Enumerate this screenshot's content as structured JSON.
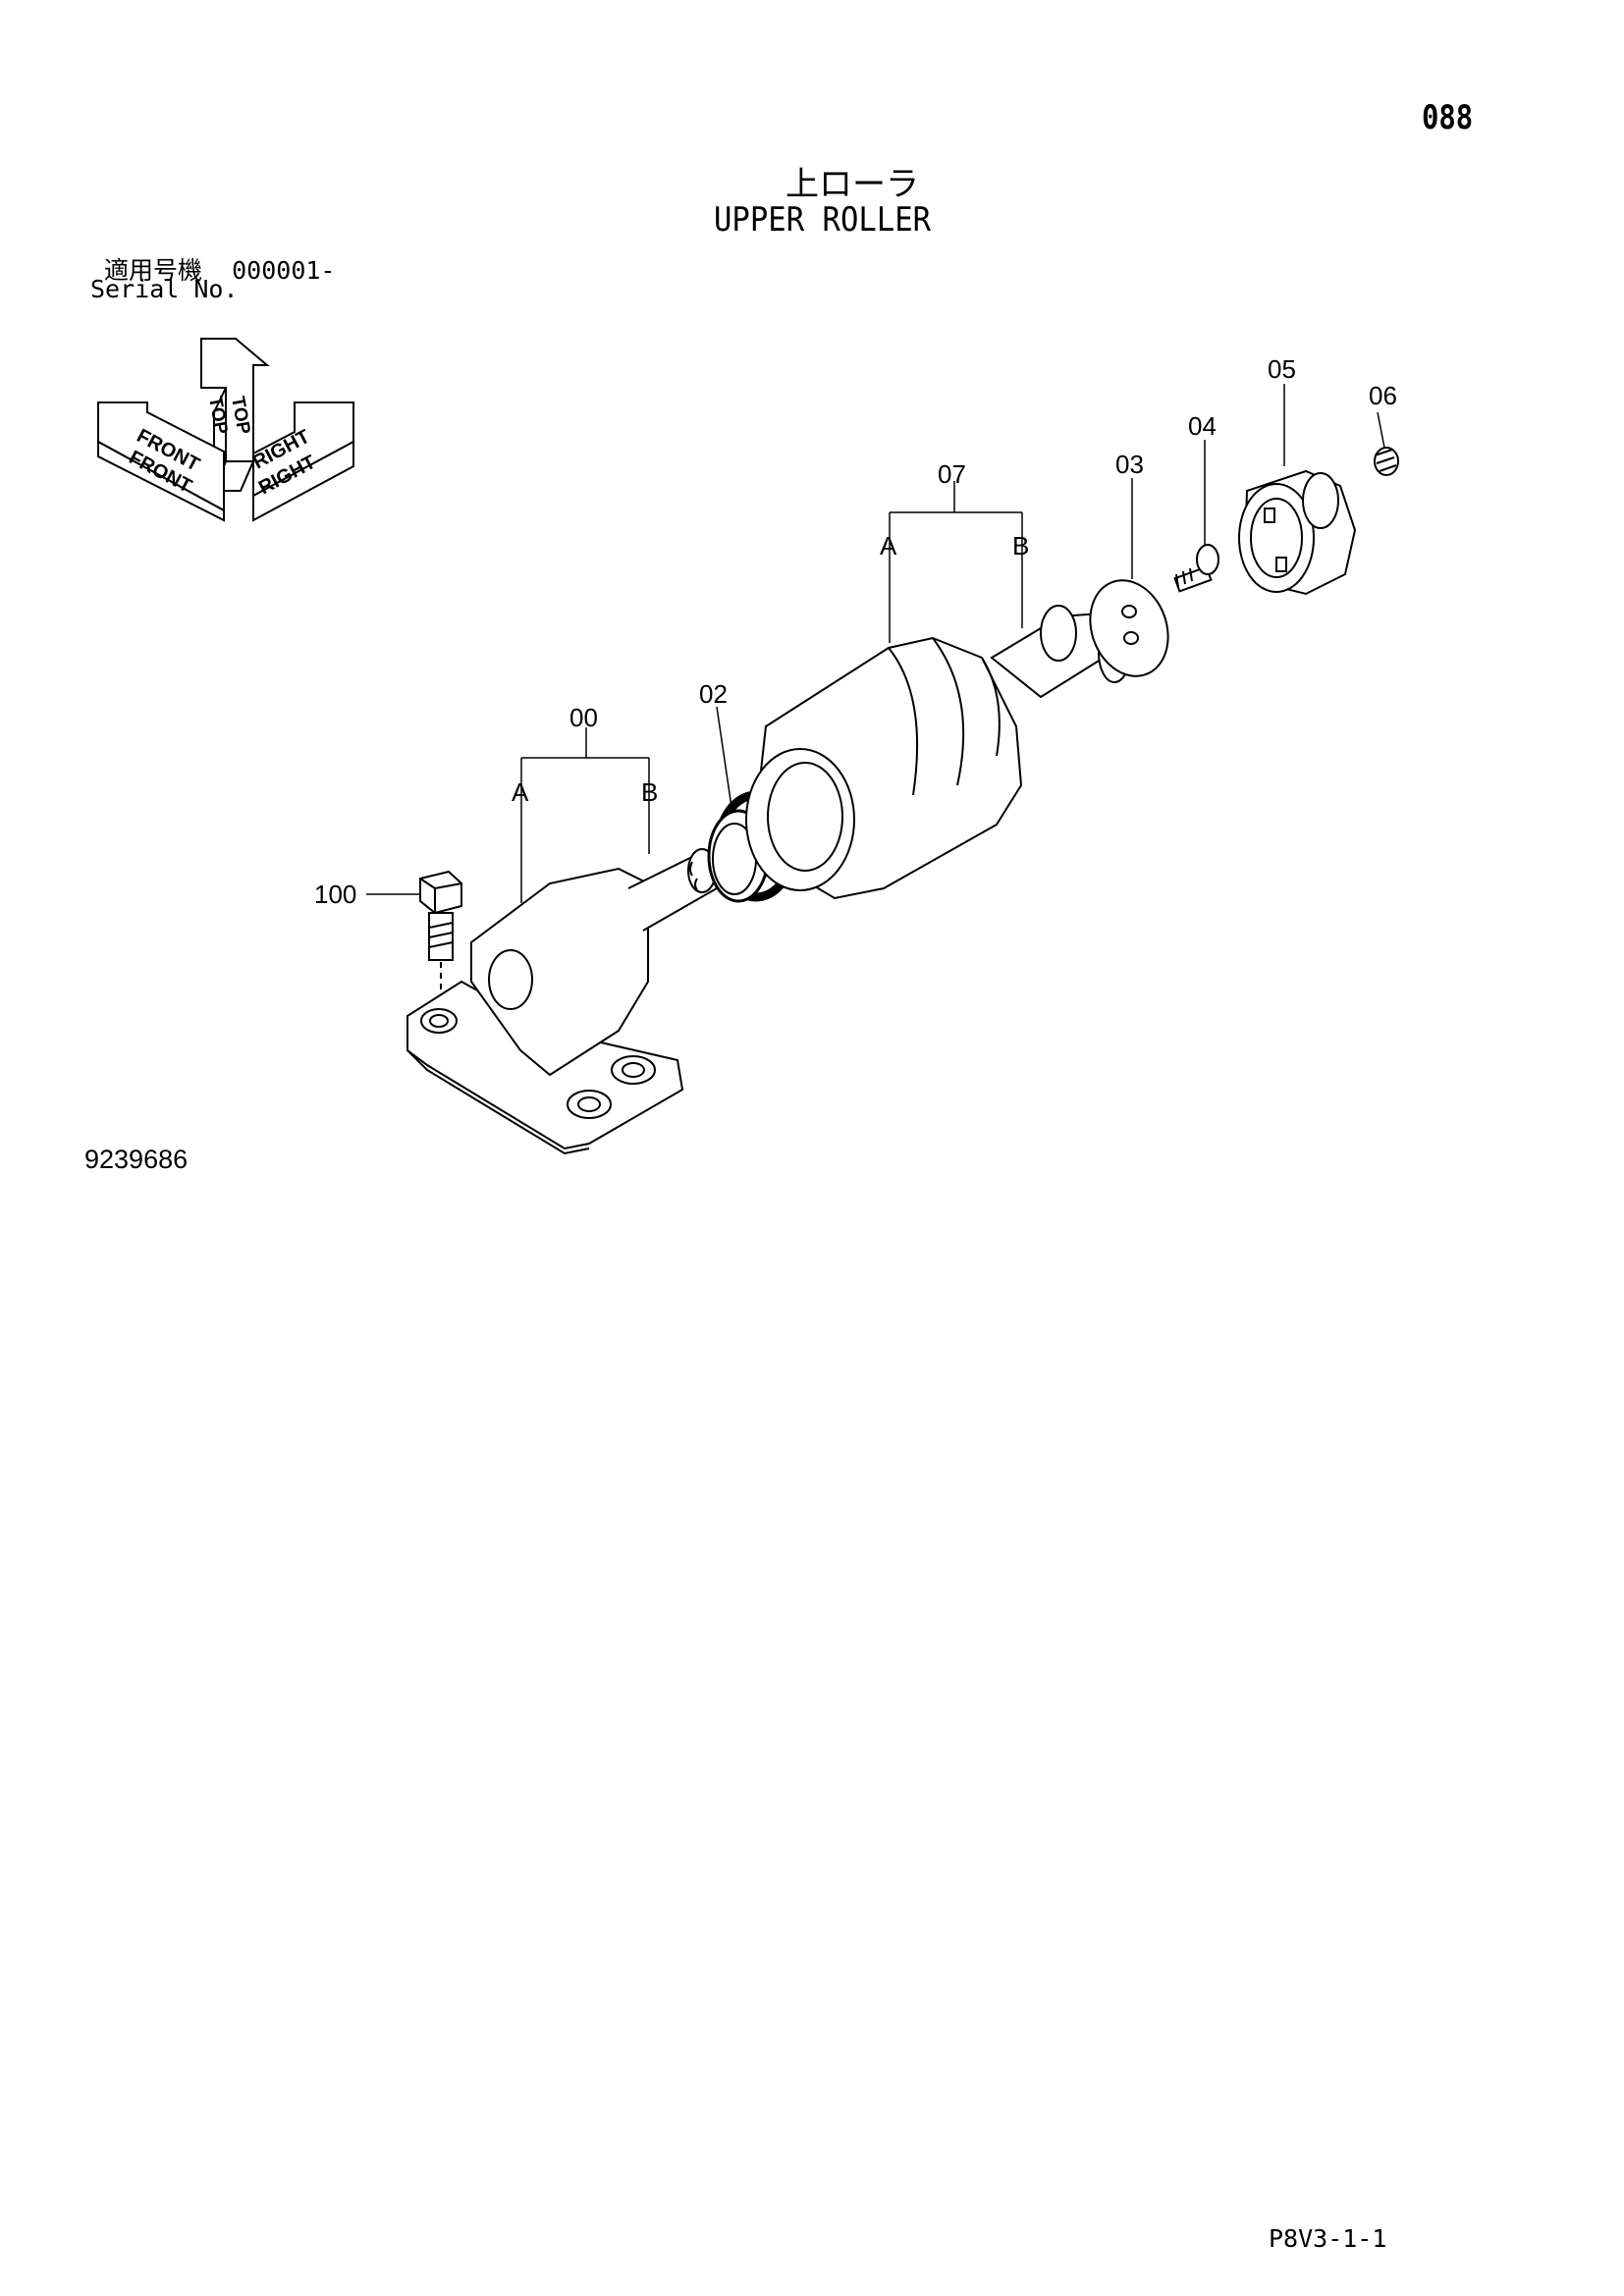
{
  "header": {
    "page_number": "088",
    "title_ja": "上ローラ",
    "title_en": "UPPER ROLLER",
    "serial_label_ja": "適用号機",
    "serial_range": "000001-",
    "serial_label_en": "Serial No."
  },
  "orientation_indicator": {
    "top": "TOP",
    "front": "FRONT",
    "right": "RIGHT"
  },
  "callouts": [
    {
      "id": "100"
    },
    {
      "id": "00",
      "sub": [
        "A",
        "B"
      ]
    },
    {
      "id": "02"
    },
    {
      "id": "07",
      "sub": [
        "A",
        "B"
      ]
    },
    {
      "id": "03"
    },
    {
      "id": "04"
    },
    {
      "id": "05"
    },
    {
      "id": "06"
    }
  ],
  "footer": {
    "drawing_number": "9239686",
    "sheet_code": "P8V3-1-1"
  }
}
